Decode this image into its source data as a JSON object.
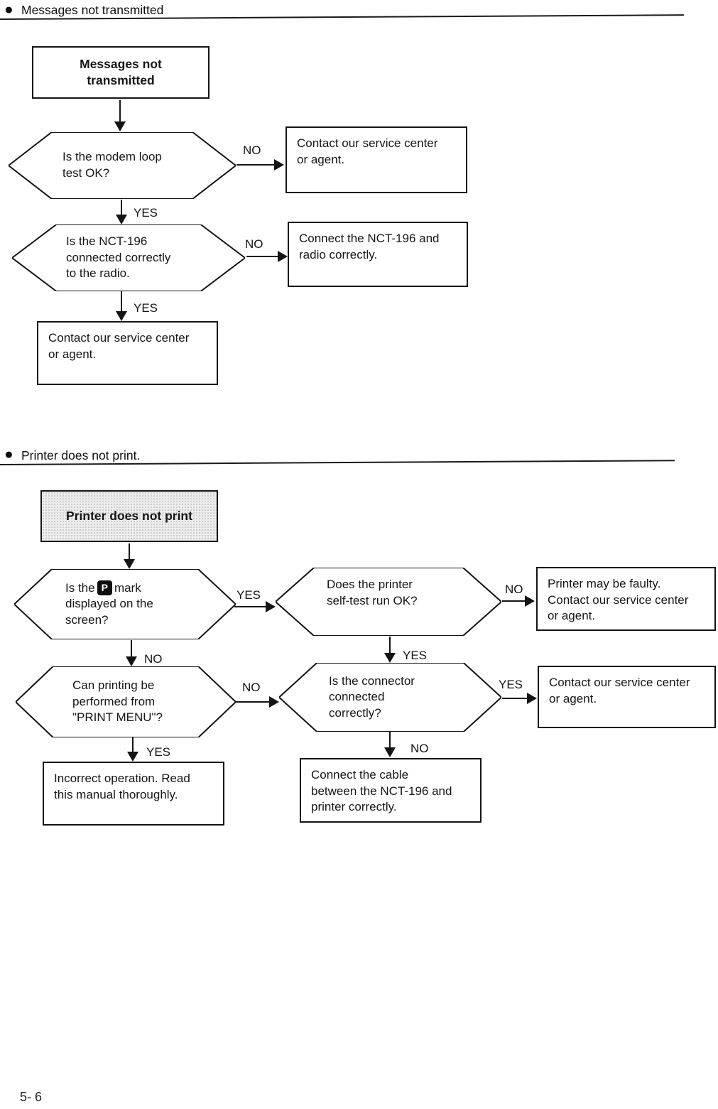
{
  "page": {
    "number": "5- 6"
  },
  "section1": {
    "bullet": "●",
    "header": "Messages not transmitted",
    "start_box": "Messages not\ntransmitted",
    "q_modem": {
      "text": "Is the modem loop\ntest OK?",
      "no_label": "NO",
      "yes_label": "YES"
    },
    "box_service1": "Contact our service center\nor agent.",
    "q_nct196": {
      "text": "Is the NCT-196\nconnected correctly\nto the radio.",
      "no_label": "NO",
      "yes_label": "YES"
    },
    "box_connect_radio": "Connect the NCT-196 and\nradio correctly.",
    "box_service2": "Contact our service center\nor agent."
  },
  "section2": {
    "bullet": "●",
    "header": "Printer does not print.",
    "start_box": "Printer does not print",
    "q_pmark": {
      "pre": "Is the",
      "badge": "P",
      "post": "mark",
      "rest": "displayed on the\nscreen?",
      "yes_label": "YES",
      "no_label": "NO"
    },
    "q_selftest": {
      "text": "Does the printer\nself-test run OK?",
      "no_label": "NO",
      "yes_label": "YES"
    },
    "box_faulty": "Printer may be faulty.\nContact our service center\nor agent.",
    "q_printmenu": {
      "text": "Can printing be\nperformed from\n\"PRINT MENU\"?",
      "no_label": "NO",
      "yes_label": "YES"
    },
    "q_connector": {
      "text": "Is the connector\nconnected\ncorrectly?",
      "yes_label": "YES",
      "no_label": "NO"
    },
    "box_service": "Contact our service center\nor agent.",
    "box_incorrect": "Incorrect operation. Read\nthis manual thoroughly.",
    "box_cable": "Connect the cable\nbetween the NCT-196 and\nprinter correctly."
  }
}
